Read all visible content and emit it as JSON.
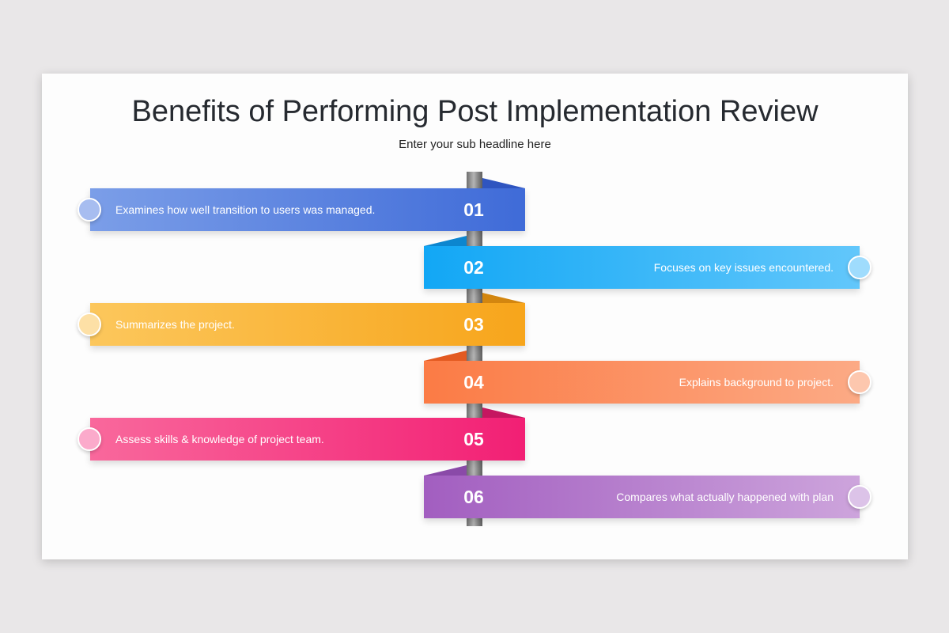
{
  "slide": {
    "title": "Benefits of Performing Post Implementation Review",
    "subtitle": "Enter your sub headline here"
  },
  "steps": [
    {
      "number": "01",
      "text": "Examines how well transition to users was managed.",
      "side": "left",
      "color": "#4a74db"
    },
    {
      "number": "02",
      "text": "Focuses on key issues encountered.",
      "side": "right",
      "color": "#1aabf6"
    },
    {
      "number": "03",
      "text": "Summarizes the project.",
      "side": "left",
      "color": "#f8ae2c"
    },
    {
      "number": "04",
      "text": "Explains background to project.",
      "side": "right",
      "color": "#fb8451"
    },
    {
      "number": "05",
      "text": "Assess skills & knowledge of project team.",
      "side": "left",
      "color": "#f3307e"
    },
    {
      "number": "06",
      "text": "Compares what actually happened with plan",
      "side": "right",
      "color": "#a96bc5"
    }
  ]
}
